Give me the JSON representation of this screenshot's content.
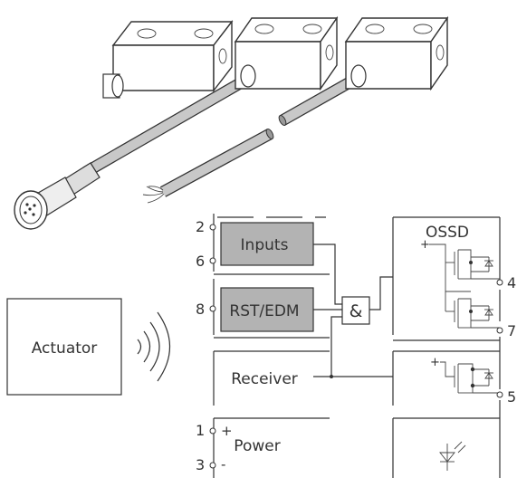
{
  "blocks": {
    "inputs": "Inputs",
    "rst_edm": "RST/EDM",
    "receiver": "Receiver",
    "power": "Power",
    "ossd": "OSSD",
    "actuator": "Actuator",
    "and_gate": "&"
  },
  "pins": {
    "p2": "2",
    "p6": "6",
    "p8": "8",
    "p1": "1",
    "p3": "3",
    "p4": "4",
    "p7": "7",
    "p5": "5"
  },
  "signs": {
    "plus_power": "+",
    "minus_power": "-",
    "plus_ossd": "+",
    "plus_aux": "+"
  },
  "colors": {
    "block_fill": "#b3b3b3",
    "line": "#333333",
    "cable": "#c8c8c8"
  }
}
